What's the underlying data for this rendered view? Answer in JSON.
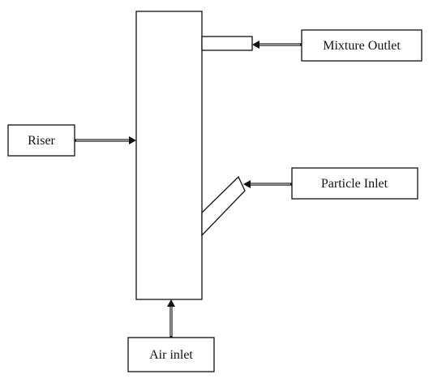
{
  "diagram": {
    "labels": {
      "mixture_outlet": "Mixture Outlet",
      "riser": "Riser",
      "particle_inlet": "Particle Inlet",
      "air_inlet": "Air inlet"
    }
  }
}
